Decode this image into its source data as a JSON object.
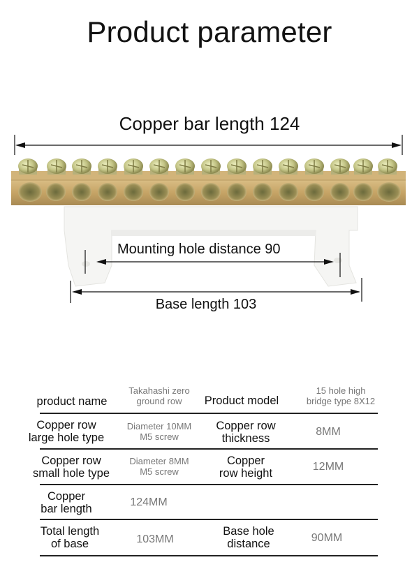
{
  "page": {
    "title": "Product parameter"
  },
  "diagram": {
    "copper_bar_label": "Copper bar length 124",
    "mounting_hole_label": "Mounting hole distance 90",
    "base_length_label": "Base length 103",
    "screw_count": 15,
    "colors": {
      "brass": "#c9a86a",
      "brass_dark": "#9c7b45",
      "screw": "#c8c98a",
      "base": "#f6f6f4"
    }
  },
  "table": {
    "rows": [
      {
        "label1": "product name",
        "value1": "Takahashi zero ground row",
        "value1_lines": [
          "Takahashi zero",
          "ground row"
        ],
        "label2": "Product model",
        "value2_lines": [
          "15 hole high",
          "bridge type 8X12"
        ]
      },
      {
        "label1_lines": [
          "Copper row",
          "large hole type"
        ],
        "value1_lines": [
          "Diameter 10MM",
          "M5 screw"
        ],
        "label2_lines": [
          "Copper row",
          "thickness"
        ],
        "value2": "8MM"
      },
      {
        "label1_lines": [
          "Copper row",
          "small hole type"
        ],
        "value1_lines": [
          "Diameter 8MM",
          "M5 screw"
        ],
        "label2_lines": [
          "Copper",
          "row height"
        ],
        "value2": "12MM"
      },
      {
        "label1_lines": [
          "Copper",
          "bar length"
        ],
        "value1": "124MM"
      },
      {
        "label1_lines": [
          "Total length",
          "of base"
        ],
        "value1": "103MM",
        "label2_lines": [
          "Base hole",
          "distance"
        ],
        "value2": "90MM"
      }
    ]
  }
}
